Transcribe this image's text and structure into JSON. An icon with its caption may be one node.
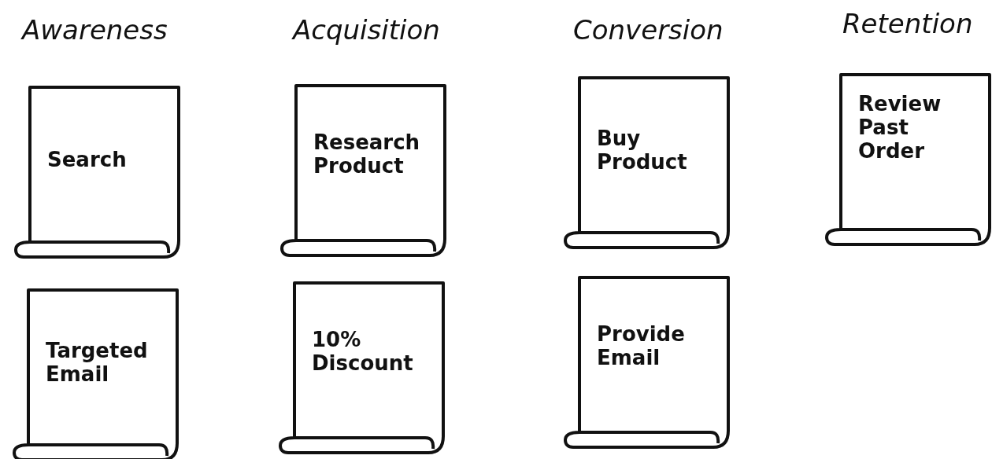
{
  "diagram": {
    "nodes": [
      {
        "text": [
          "Search"
        ]
      },
      {
        "text": [
          "Research Product"
        ]
      },
      {
        "text": [
          "Buy Product"
        ]
      },
      {
        "text": [
          "Review Past Order"
        ]
      },
      {
        "text": [
          "Targeted Email"
        ]
      },
      {
        "text": [
          "10% Discount"
        ]
      },
      {
        "text": [
          "Provide Email"
        ]
      }
    ],
    "edges": [],
    "labels": [
      "Awareness",
      "Acquisition",
      "Conversion",
      "Retention"
    ]
  }
}
